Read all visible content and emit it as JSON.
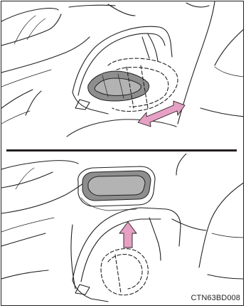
{
  "figure": {
    "code": "CTN63BD008",
    "panels": [
      {
        "name": "slide-cup-holder",
        "arrow": "double-headed",
        "arrow_color": "#e6a0c4"
      },
      {
        "name": "remove-cup-holder",
        "arrow": "upward",
        "arrow_color": "#e6a0c4"
      }
    ]
  }
}
